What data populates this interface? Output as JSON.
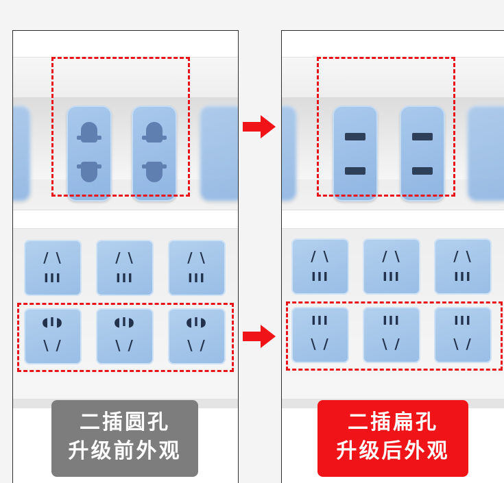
{
  "top_caption": "",
  "left_panel": {
    "label_line1": "二插圆孔",
    "label_line2": "升级前外观",
    "label_color": "#7d7d7d"
  },
  "right_panel": {
    "label_line1": "二插扁孔",
    "label_line2": "升级后外观",
    "label_color": "#f01418"
  },
  "colors": {
    "socket_blue": "#9fc3e8",
    "highlight_red": "#e8141a",
    "arrow_red": "#f01418"
  },
  "icons": [
    "arrow-right-icon"
  ]
}
